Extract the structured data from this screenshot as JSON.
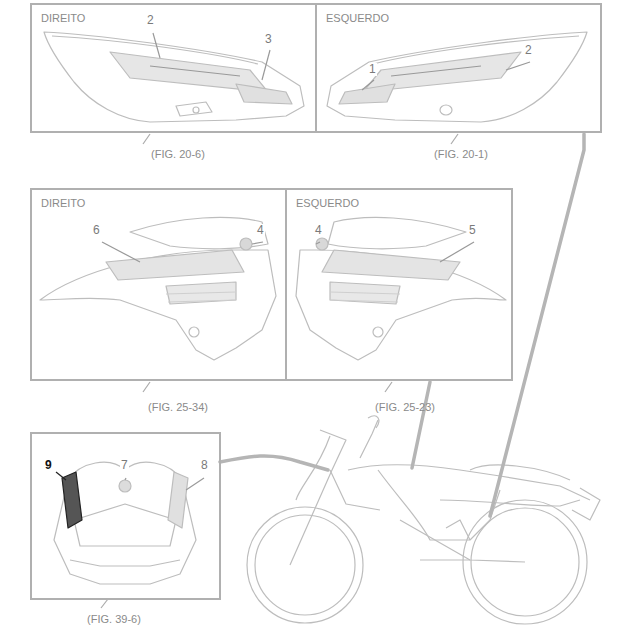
{
  "diagram": {
    "nodes": [
      {
        "text": [
          "DIREITO",
          "(FIG. 20-6)"
        ]
      },
      {
        "text": [
          "ESQUERDO",
          "(FIG. 20-1)"
        ]
      },
      {
        "text": [
          "DIREITO",
          "(FIG. 25-34)"
        ]
      },
      {
        "text": [
          "ESQUERDO",
          "(FIG. 25-23)"
        ]
      },
      {
        "text": [
          "(FIG. 39-6)"
        ]
      }
    ],
    "labels": [
      "2",
      "3",
      "1",
      "2",
      "6",
      "4",
      "4",
      "5",
      "9",
      "7",
      "8"
    ]
  }
}
